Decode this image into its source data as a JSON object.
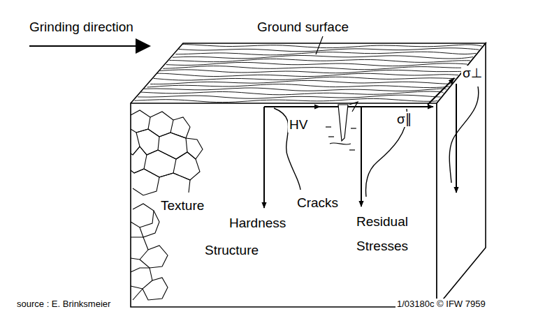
{
  "diagram": {
    "labels": [
      "Grinding direction",
      "Ground surface",
      "HV",
      "σ∥",
      "σ⊥",
      "Texture",
      "Hardness",
      "Structure",
      "Cracks",
      "Residual Stresses",
      "source : E. Brinksmeier",
      "1/03180c © IFW 7959"
    ]
  }
}
